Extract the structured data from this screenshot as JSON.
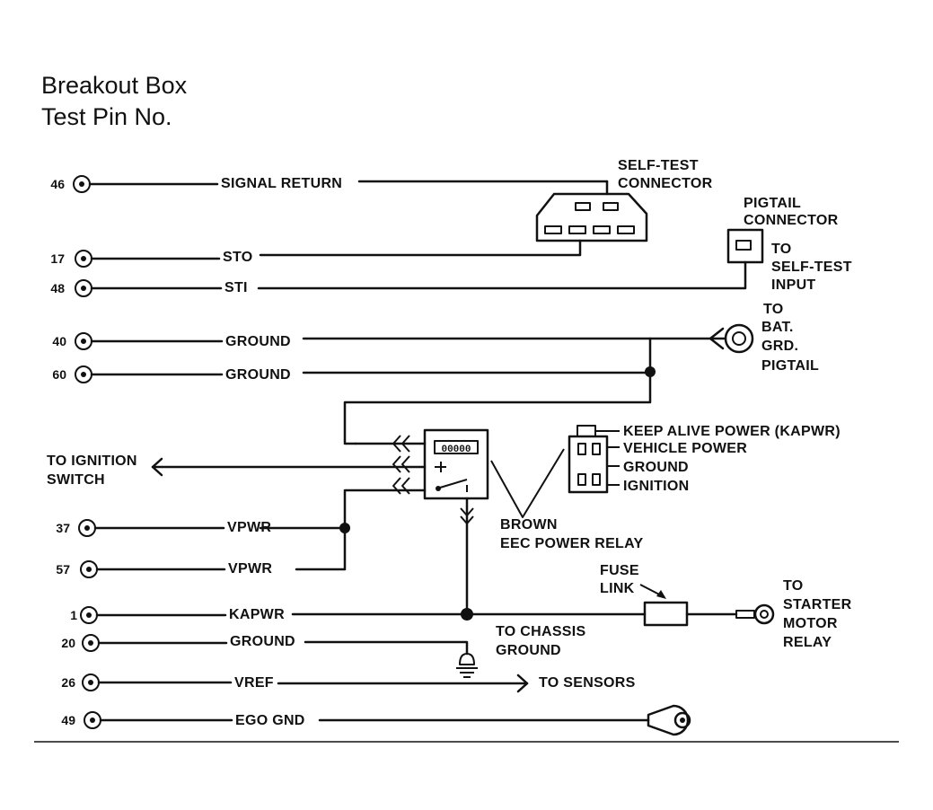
{
  "title": {
    "line1": "Breakout Box",
    "line2": "Test Pin No."
  },
  "pins": [
    {
      "number": "46",
      "signal": "SIGNAL RETURN"
    },
    {
      "number": "17",
      "signal": "STO"
    },
    {
      "number": "48",
      "signal": "STI"
    },
    {
      "number": "40",
      "signal": "GROUND"
    },
    {
      "number": "60",
      "signal": "GROUND"
    },
    {
      "number": "37",
      "signal": "VPWR"
    },
    {
      "number": "57",
      "signal": "VPWR"
    },
    {
      "number": "1",
      "signal": "KAPWR"
    },
    {
      "number": "20",
      "signal": "GROUND"
    },
    {
      "number": "26",
      "signal": "VREF"
    },
    {
      "number": "49",
      "signal": "EGO GND"
    }
  ],
  "labels": {
    "self_test_connector": [
      "SELF-TEST",
      "CONNECTOR"
    ],
    "pigtail_connector": [
      "PIGTAIL",
      "CONNECTOR"
    ],
    "to_self_test_input": [
      "TO",
      "SELF-TEST",
      "INPUT"
    ],
    "to_bat_grd_pigtail": [
      "TO",
      "BAT.",
      "GRD.",
      "PIGTAIL"
    ],
    "to_ignition_switch": [
      "TO IGNITION",
      "SWITCH"
    ],
    "relay_pins": [
      "KEEP ALIVE POWER (KAPWR)",
      "VEHICLE POWER",
      "GROUND",
      "IGNITION"
    ],
    "relay_name": [
      "BROWN",
      "EEC POWER RELAY"
    ],
    "fuse_link": [
      "FUSE",
      "LINK"
    ],
    "to_starter_motor_relay": [
      "TO",
      "STARTER",
      "MOTOR",
      "RELAY"
    ],
    "to_chassis_ground": [
      "TO CHASSIS",
      "GROUND"
    ],
    "to_sensors": "TO SENSORS"
  }
}
